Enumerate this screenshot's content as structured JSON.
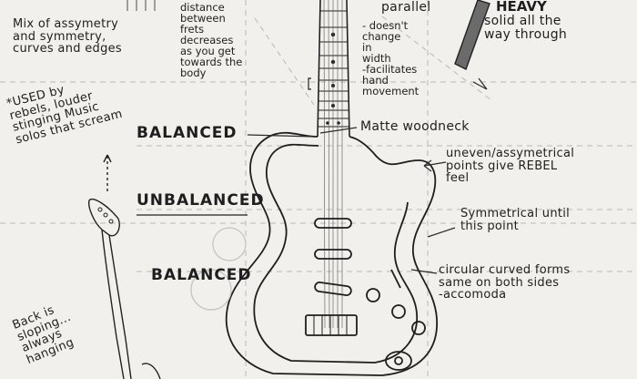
{
  "notes": {
    "mix": "Mix of assymetry\nand symmetry,\ncurves and edges",
    "distance": "distance\nbetween\nfrets\ndecreases\nas you get\ntowards the\nbody",
    "parallel_title": "parallel",
    "parallel_body": "- doesn't\nchange\nin\nwidth\n-facilitates\nhand\nmovement",
    "heavy_title": "HEAVY",
    "heavy_body": "solid all the\nway through",
    "used_by": "*USED by\nrebels, louder\nstinging Music\nsolos that scream",
    "balanced_top": "BALANCED",
    "matte_neck": "Matte woodneck",
    "uneven": "uneven/assymetrical\npoints give REBEL\nfeel",
    "unbalanced": "UNBALANCED",
    "symmetrical": "Symmetrical until\nthis point",
    "balanced_bottom": "BALANCED",
    "circular": "circular curved forms\nsame on both sides\n-accomoda",
    "back": "Back is\nsloping...\nalways\nhanging"
  },
  "colors": {
    "paper": "#f1f0ec",
    "ink": "#1c1c1c",
    "pencil": "#6d6d6d",
    "guide": "#b5b5b5"
  }
}
